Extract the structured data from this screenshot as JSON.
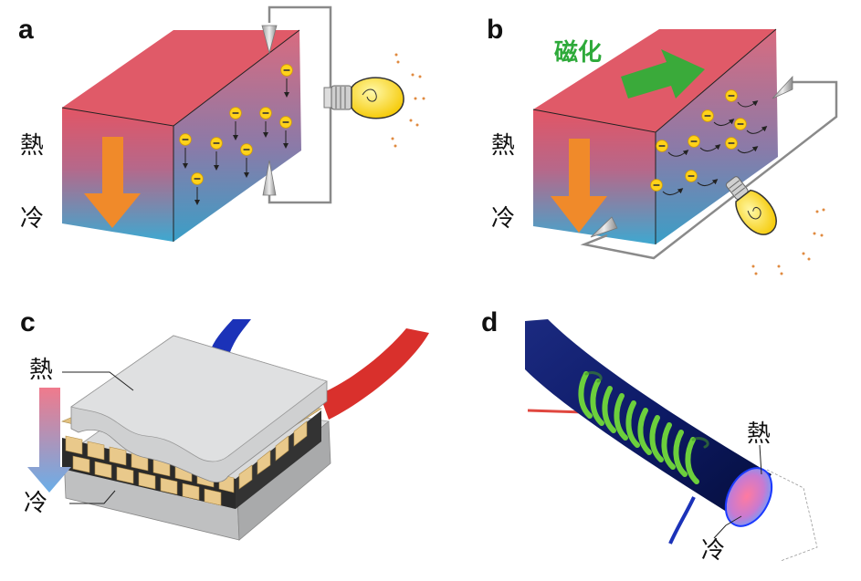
{
  "panels": {
    "a": {
      "letter": "a",
      "hot": "熱",
      "cold": "冷"
    },
    "b": {
      "letter": "b",
      "hot": "熱",
      "cold": "冷",
      "magnetization": "磁化"
    },
    "c": {
      "letter": "c",
      "hot": "熱",
      "cold": "冷"
    },
    "d": {
      "letter": "d",
      "hot": "熱",
      "cold": "冷"
    }
  },
  "electron_symbol": "–",
  "colors": {
    "hot": "#e25565",
    "cold": "#3ea8d0",
    "arrow_orange": "#f08a2a",
    "magnet_green": "#2eaa3a",
    "electron_yellow": "#ffd21a",
    "bulb_yellow": "#ffe53b",
    "wire": "#888888",
    "peltier_plate": "#d9dadb",
    "peltier_element": "#e9c98b",
    "fiber_blue": "#0b1a6b",
    "coil_green": "#6ccf3c",
    "wire_red": "#d9302c",
    "wire_blue": "#1b32b8"
  },
  "icons": [
    "light-bulb-icon",
    "electron-icon",
    "heat-flow-arrow-icon",
    "magnetization-arrow-icon"
  ]
}
